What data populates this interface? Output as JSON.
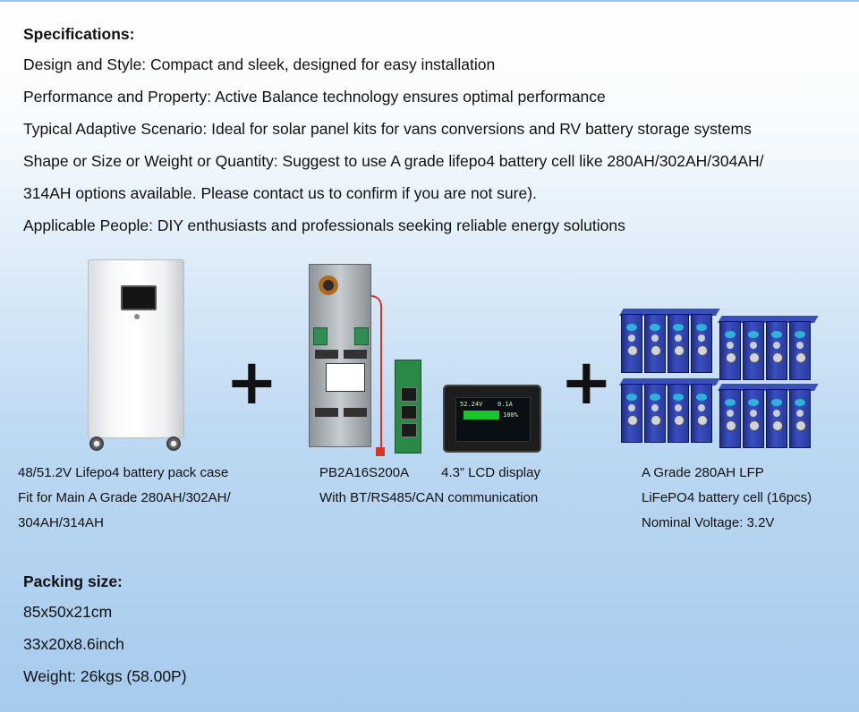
{
  "specs": {
    "heading": "Specifications:",
    "lines": [
      "Design and Style: Compact and sleek, designed for easy installation",
      "Performance and Property: Active Balance technology ensures optimal performance",
      "Typical Adaptive Scenario: Ideal for solar panel kits for vans conversions and RV battery storage systems",
      "Shape or Size or Weight or Quantity: Suggest to use A grade lifepo4 battery cell like 280AH/302AH/304AH/",
      "314AH options available. Please contact us to confirm if you are not sure).",
      "Applicable People: DIY enthusiasts and professionals seeking reliable energy solutions"
    ]
  },
  "products": {
    "plus": "+",
    "case": {
      "lines": [
        "48/51.2V Lifepo4 battery pack case",
        "Fit for Main A Grade 280AH/302AH/",
        "304AH/314AH"
      ]
    },
    "bms": {
      "model": "PB2A16S200A",
      "lcd": "4.3”  LCD display",
      "comm": "With BT/RS485/CAN communication"
    },
    "lcd_screen": {
      "voltage": "52.24V",
      "current": "0.1A",
      "soc": "100%"
    },
    "cells": {
      "lines": [
        "A Grade 280AH LFP",
        "LiFePO4 battery cell (16pcs)",
        "Nominal Voltage: 3.2V"
      ]
    }
  },
  "packing": {
    "heading": "Packing size:",
    "lines": [
      "85x50x21cm",
      "33x20x8.6inch",
      "Weight: 26kgs (58.00P)"
    ]
  },
  "colors": {
    "accent_top": "#9fc6ea",
    "cell_blue": "#2a3a9e",
    "bms_wire": "#d8352a"
  }
}
